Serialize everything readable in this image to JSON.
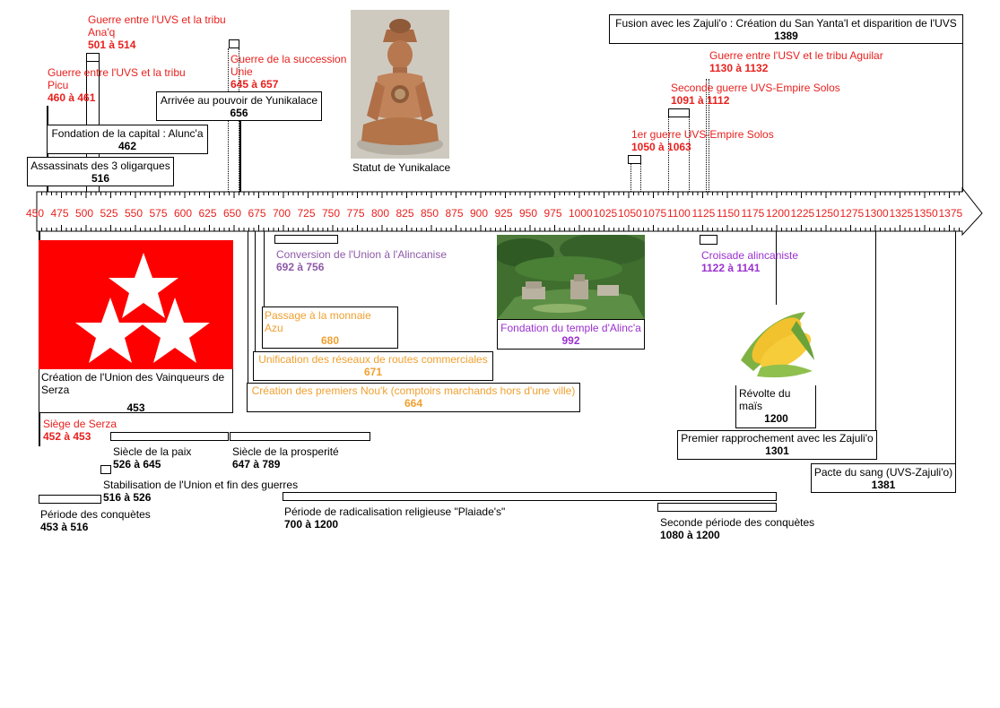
{
  "colors": {
    "red": "#e8211e",
    "orange": "#f0a030",
    "purple": "#9b30d0",
    "violet": "#8e5aa8",
    "flag_red": "#ff0000"
  },
  "axis": {
    "ticks": [
      "450",
      "475",
      "500",
      "525",
      "550",
      "575",
      "600",
      "625",
      "650",
      "675",
      "700",
      "725",
      "750",
      "775",
      "800",
      "825",
      "850",
      "875",
      "900",
      "925",
      "950",
      "975",
      "1000",
      "1025",
      "1050",
      "1075",
      "1100",
      "1125",
      "1150",
      "1175",
      "1200",
      "1225",
      "1250",
      "1275",
      "1300",
      "1325",
      "1350",
      "1375"
    ]
  },
  "events": {
    "ana_q": {
      "title": "Guerre entre l'UVS et la tribu Ana'q",
      "years": "501 à 514"
    },
    "picu": {
      "title": "Guerre entre l'UVS et la tribu Picu",
      "years": "460 à 461"
    },
    "succession": {
      "title": "Guerre de la succession Unie",
      "years": "645 à 657"
    },
    "yunikalace": {
      "title": "Arrivée au pouvoir de Yunikalace",
      "year": "656"
    },
    "capitale": {
      "title": "Fondation de la capital : Alunc'a",
      "year": "462"
    },
    "oligarques": {
      "title": "Assassinats des 3 oligarques",
      "year": "516"
    },
    "statue": {
      "caption": "Statut de Yunikalace"
    },
    "fusion": {
      "title": "Fusion avec les Zajuli'o : Création du San Yanta'l et disparition de l'UVS",
      "year": "1389"
    },
    "aguilar": {
      "title": "Guerre entre l'USV et le tribu Aguilar",
      "years": "1130 à 1132"
    },
    "solos2": {
      "title": "Seconde guerre UVS-Empire Solos",
      "years": "1091 à 1112"
    },
    "solos1": {
      "title": "1er guerre UVS-Empire Solos",
      "years": "1050 à 1063"
    },
    "alincanise": {
      "title": "Conversion de l'Union à l'Alincanise",
      "years": "692 à 756"
    },
    "croisade": {
      "title": "Croisade alincaniste",
      "years": "1122 à 1141"
    },
    "temple": {
      "title": "Fondation du temple d'Alinc'a",
      "year": "992"
    },
    "azu": {
      "title": "Passage à la monnaie Azu",
      "year": "680"
    },
    "routes": {
      "title": "Unification des réseaux de routes commerciales",
      "year": "671"
    },
    "nouk": {
      "title": "Création des premiers Nou'k (comptoirs marchands hors d'une ville)",
      "year": "664"
    },
    "creation_union": {
      "title": "Création de l'Union des Vainqueurs de Serza",
      "year": "453"
    },
    "siege": {
      "title": "Siège de Serza",
      "years": "452 à 453"
    },
    "revolte": {
      "title": "Révolte du maïs",
      "year": "1200"
    },
    "rapprochement": {
      "title": "Premier rapprochement avec les Zajuli'o",
      "year": "1301"
    },
    "pacte": {
      "title": "Pacte du sang (UVS-Zajuli'o)",
      "year": "1381"
    }
  },
  "periods": {
    "paix": {
      "title": "Siècle de la paix",
      "years": "526 à 645"
    },
    "prosperite": {
      "title": "Siècle de la prosperité",
      "years": "647 à 789"
    },
    "stabilisation": {
      "title": "Stabilisation de l'Union et fin des guerres",
      "years": "516 à 526"
    },
    "conquetes": {
      "title": "Période des conquètes",
      "years": "453 à 516"
    },
    "plaiades": {
      "title": "Période de radicalisation religieuse \"Plaiade's\"",
      "years": "700 à 1200"
    },
    "conquetes2": {
      "title": "Seconde période des conquètes",
      "years": "1080 à 1200"
    }
  }
}
